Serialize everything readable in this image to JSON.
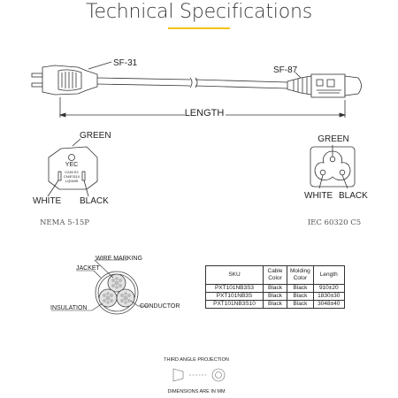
{
  "title": "Technical Specifications",
  "cable": {
    "plug_label": "SF-31",
    "connector_label": "SF-87",
    "length_label": "LENGTH"
  },
  "nema": {
    "green": "GREEN",
    "white": "WHITE",
    "black": "BLACK",
    "face_text": [
      "YEC",
      "C245 E2",
      "CN/E3110",
      "LQ0455"
    ],
    "caption": "NEMA 5-15P"
  },
  "iec": {
    "green": "GREEN",
    "white": "WHITE",
    "black": "BLACK",
    "caption": "IEC 60320 C5"
  },
  "cross_section": {
    "wire_marking": "WIRE MARKING",
    "jacket": "JACKET",
    "insulation": "INSULATION",
    "conductor": "CONDUCTOR"
  },
  "table": {
    "headers": [
      "SKU",
      "Cable Color",
      "Molding Color",
      "Length"
    ],
    "rows": [
      [
        "PXT101NB3S3",
        "Black",
        "Black",
        "910±20"
      ],
      [
        "PXT101NB3S",
        "Black",
        "Black",
        "1830±30"
      ],
      [
        "PXT101NB3S10",
        "Black",
        "Black",
        "3048±40"
      ]
    ]
  },
  "projection": {
    "title": "THIRD ANGLE PROJECTION",
    "note": "DIMENSIONS ARE IN MM"
  },
  "colors": {
    "accent": "#f4c20d"
  }
}
